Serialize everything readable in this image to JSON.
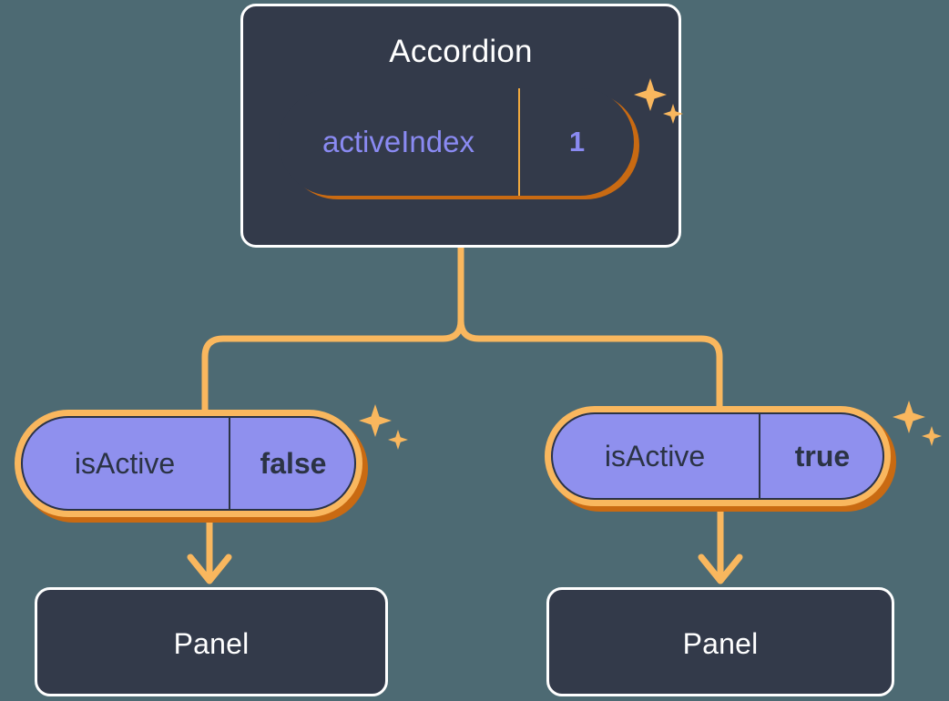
{
  "diagram": {
    "title_node": "Accordion",
    "background_color": "#4d6a73",
    "accent_color": "#f9b75e",
    "shadow_color": "#c96a12",
    "card_color": "#333a4a",
    "state_fill_color": "#8f90ee",
    "prop_text_color": "#8a8af2"
  },
  "root": {
    "label": "Accordion",
    "state": {
      "key": "activeIndex",
      "value": "1"
    },
    "sparkle_icon": "sparkles-icon"
  },
  "children": [
    {
      "state": {
        "key": "isActive",
        "value": "false"
      },
      "panel_label": "Panel",
      "sparkle_icon": "sparkles-icon"
    },
    {
      "state": {
        "key": "isActive",
        "value": "true"
      },
      "panel_label": "Panel",
      "sparkle_icon": "sparkles-icon"
    }
  ]
}
